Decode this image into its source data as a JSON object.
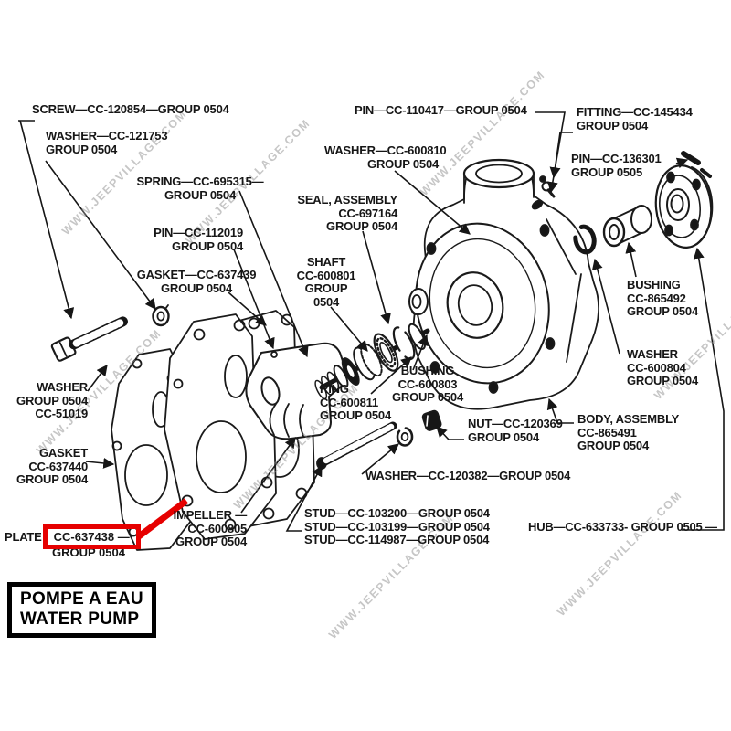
{
  "watermark": "WWW.JEEPVILLAGE.COM",
  "title_box": {
    "line1": "POMPE A EAU",
    "line2": "WATER PUMP"
  },
  "colors": {
    "highlight": "#e60000",
    "ink": "#161616",
    "watermark": "#8f8f8f"
  },
  "labels": {
    "screw": [
      "SCREW—CC-120854—GROUP 0504"
    ],
    "washer_121753": [
      "WASHER—CC-121753",
      "GROUP 0504"
    ],
    "pin_110417": [
      "PIN—CC-110417—GROUP 0504"
    ],
    "washer_600810": [
      "WASHER—CC-600810",
      "GROUP 0504"
    ],
    "fitting_145434": [
      "FITTING—CC-145434",
      "GROUP 0504"
    ],
    "pin_136301": [
      "PIN—CC-136301",
      "GROUP 0505"
    ],
    "spring_695315": [
      "SPRING—CC-695315—",
      "GROUP 0504"
    ],
    "seal_697164": [
      "SEAL, ASSEMBLY",
      "CC-697164",
      "GROUP 0504"
    ],
    "pin_112019": [
      "PIN—CC-112019",
      "GROUP 0504"
    ],
    "shaft_600801": [
      "SHAFT",
      "CC-600801",
      "GROUP",
      "0504"
    ],
    "gasket_637439": [
      "GASKET—CC-637439",
      "GROUP 0504"
    ],
    "bushing_865492": [
      "BUSHING",
      "CC-865492",
      "GROUP 0504"
    ],
    "washer_51019": [
      "WASHER",
      "GROUP 0504",
      "CC-51019"
    ],
    "bushing_600803": [
      "BUSHING",
      "CC-600803",
      "GROUP 0504"
    ],
    "ring_600811": [
      "RING",
      "CC-600811",
      "GROUP 0504"
    ],
    "washer_600804": [
      "WASHER",
      "CC-600804",
      "GROUP 0504"
    ],
    "nut_120369": [
      "NUT—CC-120369",
      "GROUP 0504"
    ],
    "body_865491": [
      "BODY, ASSEMBLY",
      "CC-865491",
      "GROUP 0504"
    ],
    "gasket_637440": [
      "GASKET",
      "CC-637440",
      "GROUP 0504"
    ],
    "washer_120382": [
      "WASHER—CC-120382—GROUP 0504"
    ],
    "studs": [
      "STUD—CC-103200—GROUP 0504",
      "STUD—CC-103199—GROUP 0504",
      "STUD—CC-114987—GROUP 0504"
    ],
    "plate_637438": {
      "prefix": "PLATE",
      "highlighted": "CC-637438 —",
      "line2": "GROUP 0504"
    },
    "impeller_600805": [
      "IMPELLER —",
      "CC-600805",
      "GROUP 0504"
    ],
    "hub_633733": [
      "HUB—CC-633733- GROUP 0505 —"
    ]
  }
}
